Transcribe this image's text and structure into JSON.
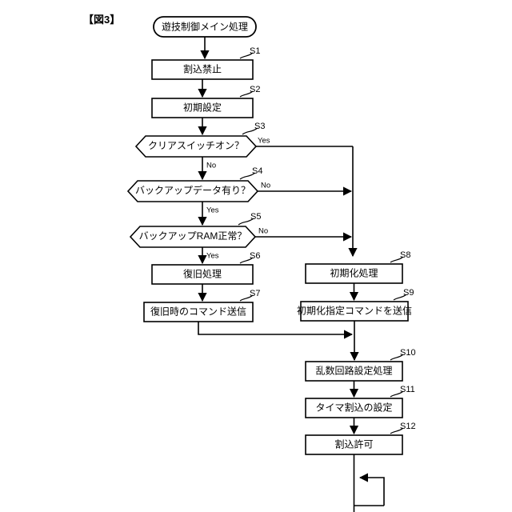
{
  "figure": {
    "label": "【図3】"
  },
  "diagram": {
    "type": "flowchart",
    "title": "遊技制御メイン処理",
    "start_node": {
      "id": "start",
      "shape": "terminator",
      "label": "遊技制御メイン処理"
    },
    "nodes": [
      {
        "id": "S1",
        "tag": "S1",
        "shape": "process",
        "label": "割込禁止"
      },
      {
        "id": "S2",
        "tag": "S2",
        "shape": "process",
        "label": "初期設定"
      },
      {
        "id": "S3",
        "tag": "S3",
        "shape": "decision",
        "label": "クリアスイッチオン？",
        "yes": "Yes",
        "no": "No"
      },
      {
        "id": "S4",
        "tag": "S4",
        "shape": "decision",
        "label": "バックアップデータ有り？",
        "yes": "Yes",
        "no": "No"
      },
      {
        "id": "S5",
        "tag": "S5",
        "shape": "decision",
        "label": "バックアップRAM正常？",
        "yes": "Yes",
        "no": "No"
      },
      {
        "id": "S6",
        "tag": "S6",
        "shape": "process",
        "label": "復旧処理"
      },
      {
        "id": "S7",
        "tag": "S7",
        "shape": "process",
        "label": "復旧時のコマンド送信"
      },
      {
        "id": "S8",
        "tag": "S8",
        "shape": "process",
        "label": "初期化処理"
      },
      {
        "id": "S9",
        "tag": "S9",
        "shape": "process",
        "label": "初期化指定コマンドを送信"
      },
      {
        "id": "S10",
        "tag": "S10",
        "shape": "process",
        "label": "乱数回路設定処理"
      },
      {
        "id": "S11",
        "tag": "S11",
        "shape": "process",
        "label": "タイマ割込の設定"
      },
      {
        "id": "S12",
        "tag": "S12",
        "shape": "process",
        "label": "割込許可"
      }
    ],
    "branch_labels": {
      "s3_yes": "Yes",
      "s3_no": "No",
      "s4_no": "No",
      "s4_yes": "Yes",
      "s5_no": "No",
      "s5_yes": "Yes"
    },
    "colors": {
      "stroke": "#000000",
      "fill": "#ffffff",
      "background": "#ffffff"
    }
  }
}
